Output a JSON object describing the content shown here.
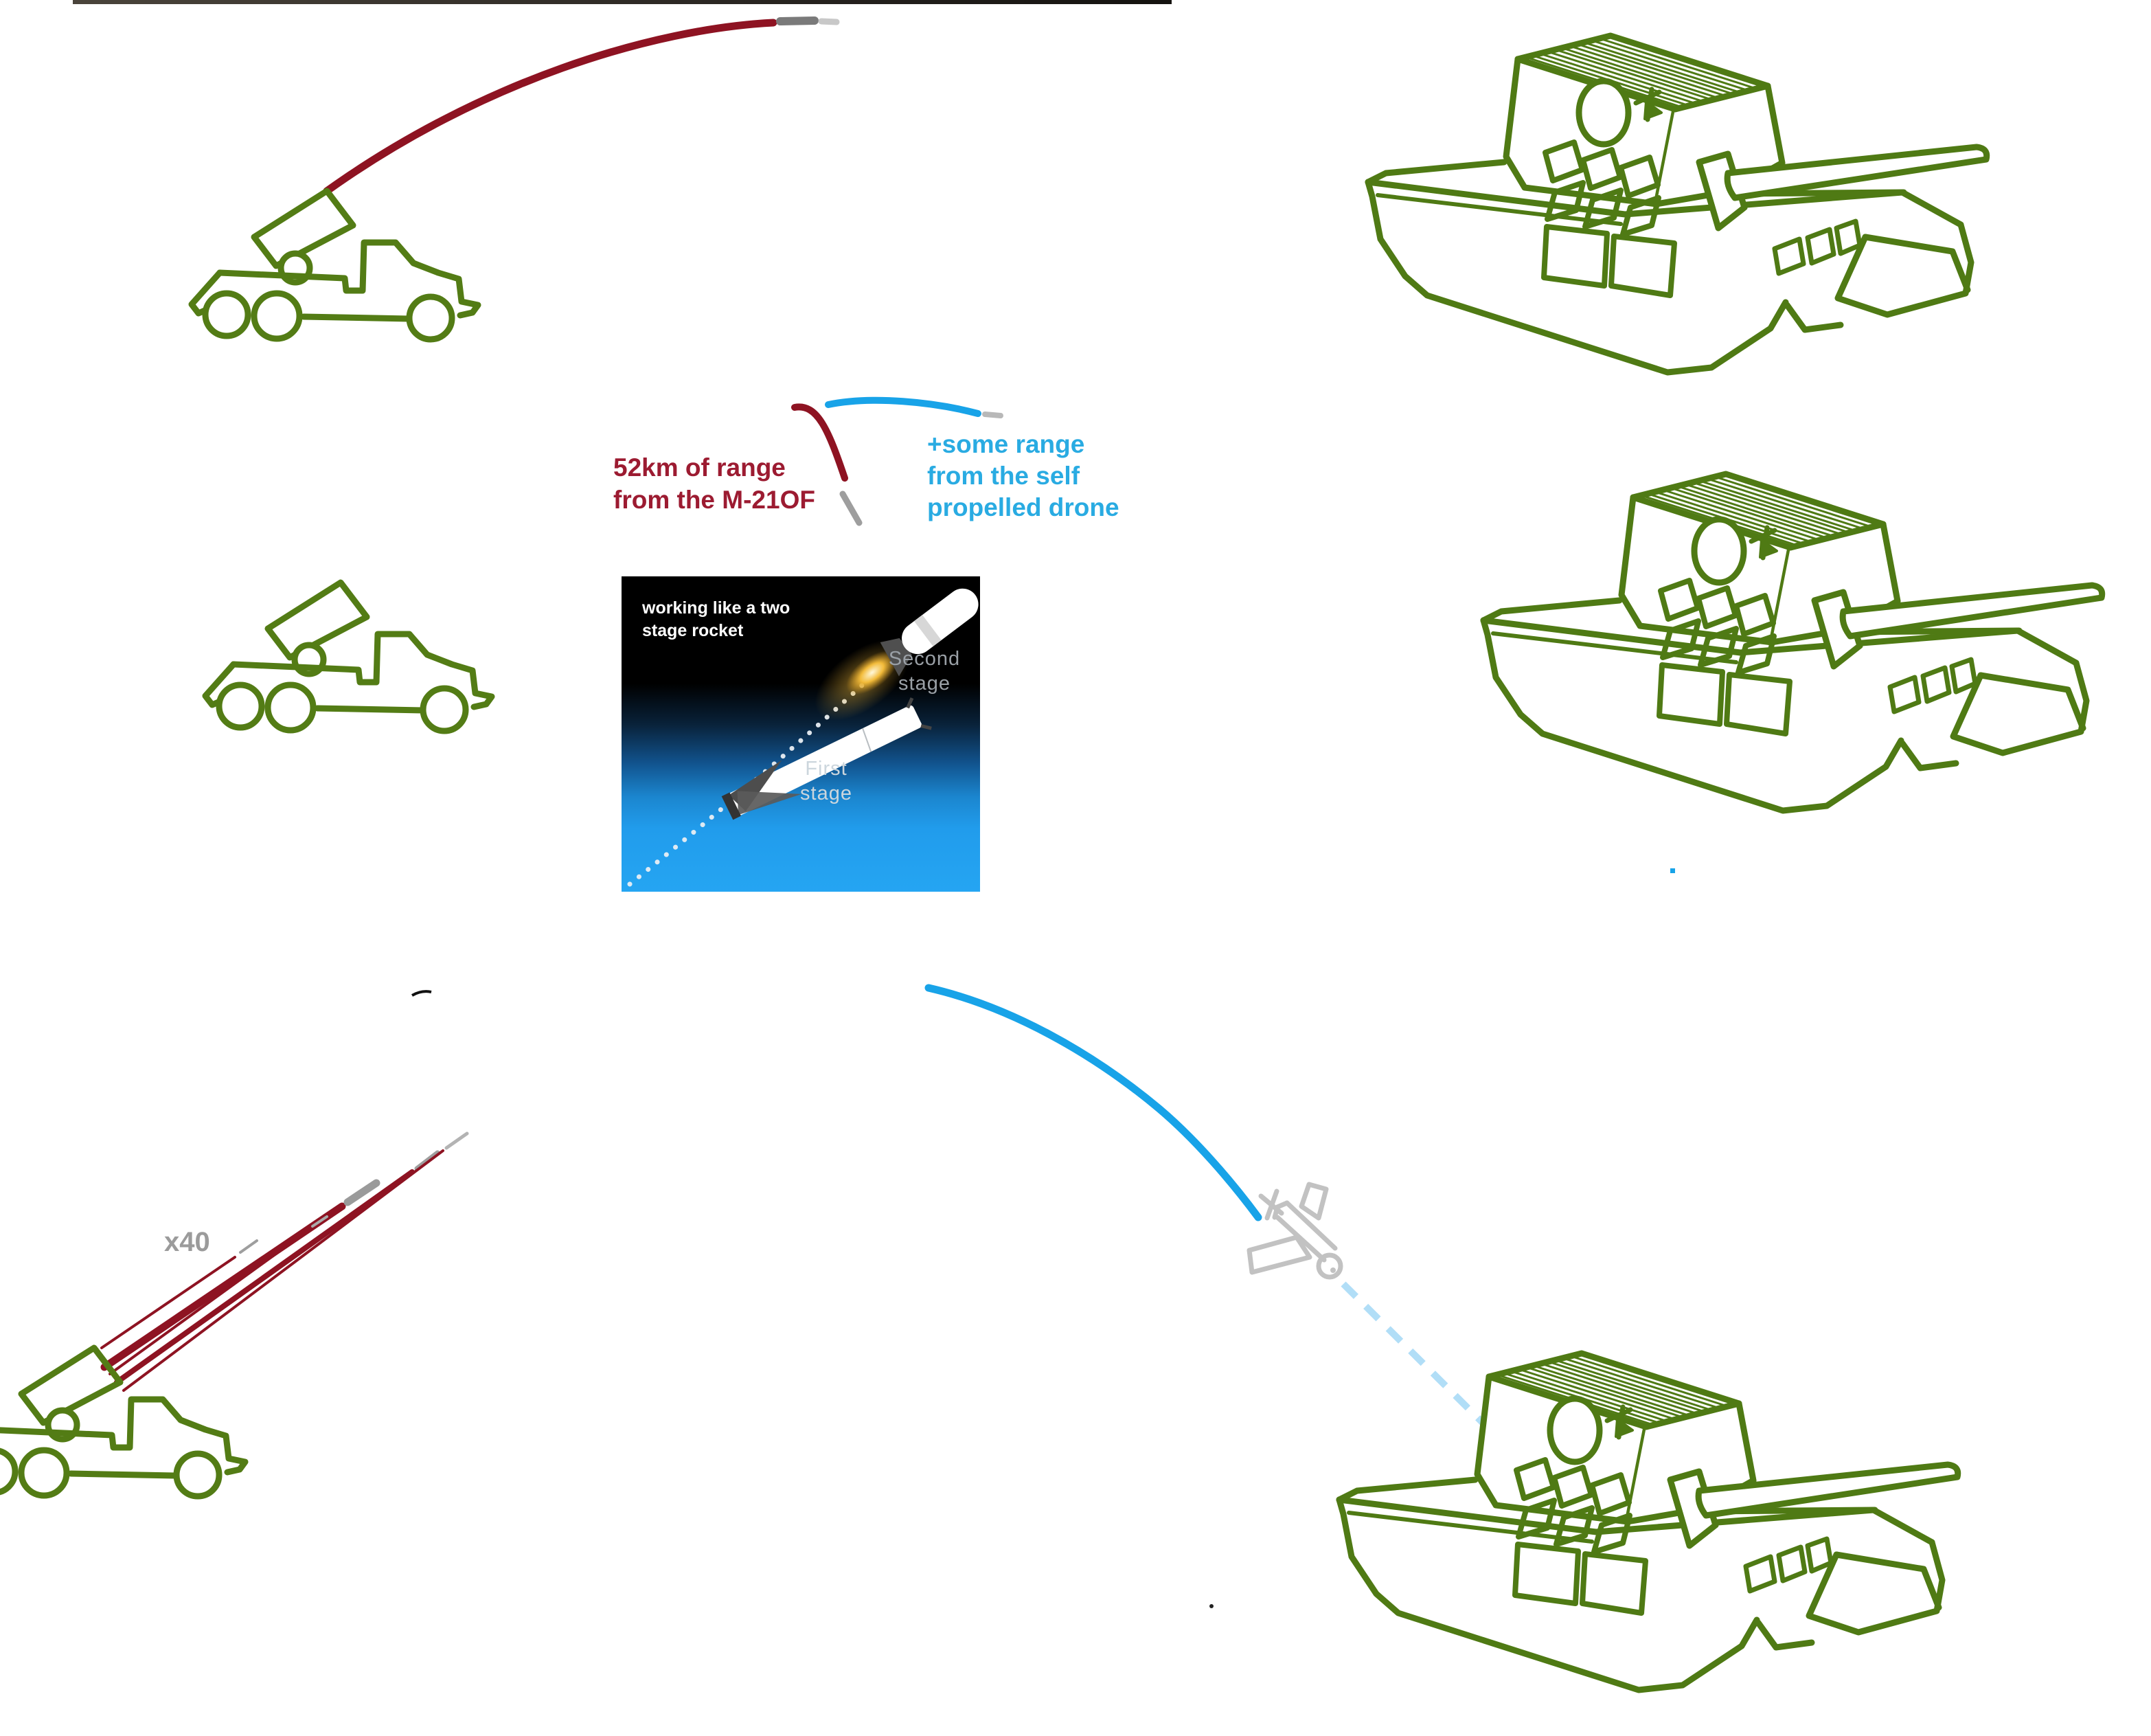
{
  "page": {
    "background": "#ffffff"
  },
  "top_strip": {
    "color_left": "#4a443b",
    "color_right": "#14120f"
  },
  "labels": {
    "rocket_range": {
      "lines": [
        "52km of range",
        "from the M-21OF"
      ],
      "color": "#9C1B31"
    },
    "drone_range": {
      "lines": [
        "+some range",
        "from the self",
        "propelled drone"
      ],
      "color": "#29ABE2"
    },
    "salvo_count": {
      "text": "x40",
      "color": "#9B9B9B"
    }
  },
  "inset": {
    "title_lines": [
      "working like a two",
      "stage rocket"
    ],
    "second_stage_label_lines": [
      "Second",
      "stage"
    ],
    "first_stage_label_lines": [
      "First",
      "stage"
    ]
  },
  "sketches": {
    "mlrs_truck": {
      "color": "#537C15",
      "count": 3
    },
    "tank": {
      "color": "#4F7A14",
      "count": 3
    },
    "drone": {
      "color": "#C2C2C2"
    },
    "rocket_trajectory_color": "#8E1322",
    "drone_trajectory_color": "#18A3E8",
    "drone_descent_dash_color": "#A8DAF6",
    "burnout_dash_color": "#9E9E9E"
  }
}
